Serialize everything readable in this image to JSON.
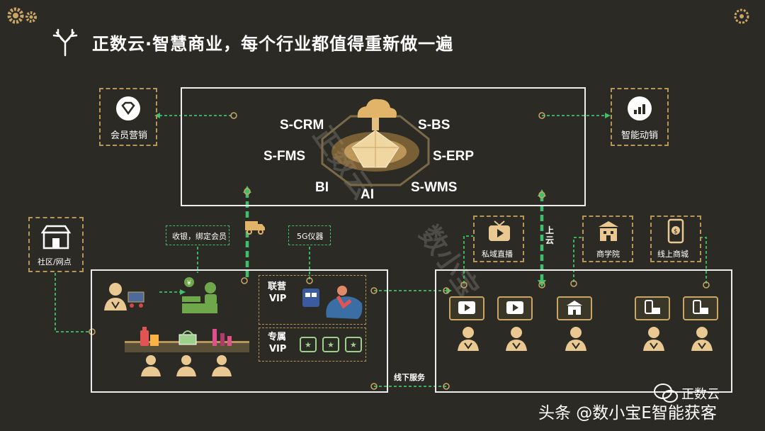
{
  "title": "正数云·智慧商业，每个行业都值得重新做一遍",
  "center_modules": [
    "S-CRM",
    "S-BS",
    "S-FMS",
    "S-ERP",
    "BI",
    "AI",
    "S-WMS"
  ],
  "outer_nodes": {
    "member_marketing": "会员营销",
    "smart_sales": "智能动销",
    "community": "社区/网点",
    "private_live": "私域直播",
    "business_school": "商学院",
    "online_mall": "线上商城"
  },
  "left_panel": {
    "cashier_label": "收银，绑定会员",
    "device_label": "5G仪器",
    "vip_joint": [
      "联营",
      "VIP"
    ],
    "vip_exclusive": [
      "专属",
      "VIP"
    ]
  },
  "flow_labels": {
    "cloud_up": "上云",
    "offline_service": "线下服务"
  },
  "watermark": {
    "left": "正数云",
    "right": "数小宝"
  },
  "footer": {
    "credit": "头条 @数小宝E智能获客",
    "brand": "正数云"
  },
  "colors": {
    "background": "#2b2a24",
    "accent_gold": "#c9a666",
    "flow_green": "#3fbf6a"
  }
}
